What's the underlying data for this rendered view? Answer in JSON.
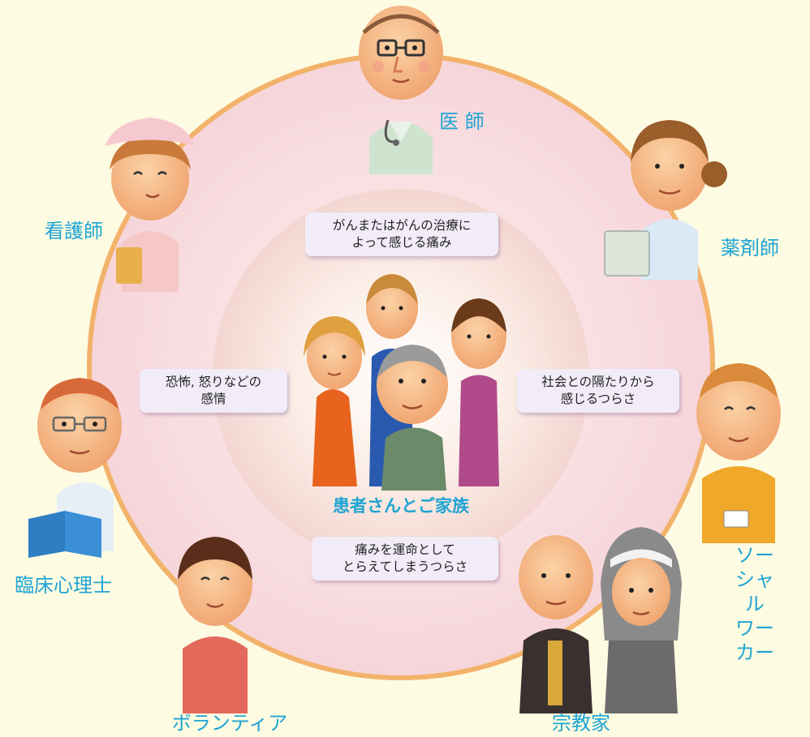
{
  "roles": {
    "doctor": "医 師",
    "nurse": "看護師",
    "pharmacist": "薬剤師",
    "psychologist": "臨床心理士",
    "social_worker": "ソーシャル\nワーカー",
    "volunteer": "ボランティア",
    "religious": "宗教家"
  },
  "center_label": "患者さんとご家族",
  "pain_types": {
    "physical": "がんまたはがんの治療に\nよって感じる痛み",
    "psychological": "恐怖, 怒りなどの\n感情",
    "social": "社会との隔たりから\n感じるつらさ",
    "spiritual": "痛みを運命として\nとらえてしまうつらさ"
  },
  "colors": {
    "background": "#fdfbe2",
    "ring": "#f2b26a",
    "label_text": "#1fa4d3",
    "bubble_fill": "#f1ecf7"
  }
}
